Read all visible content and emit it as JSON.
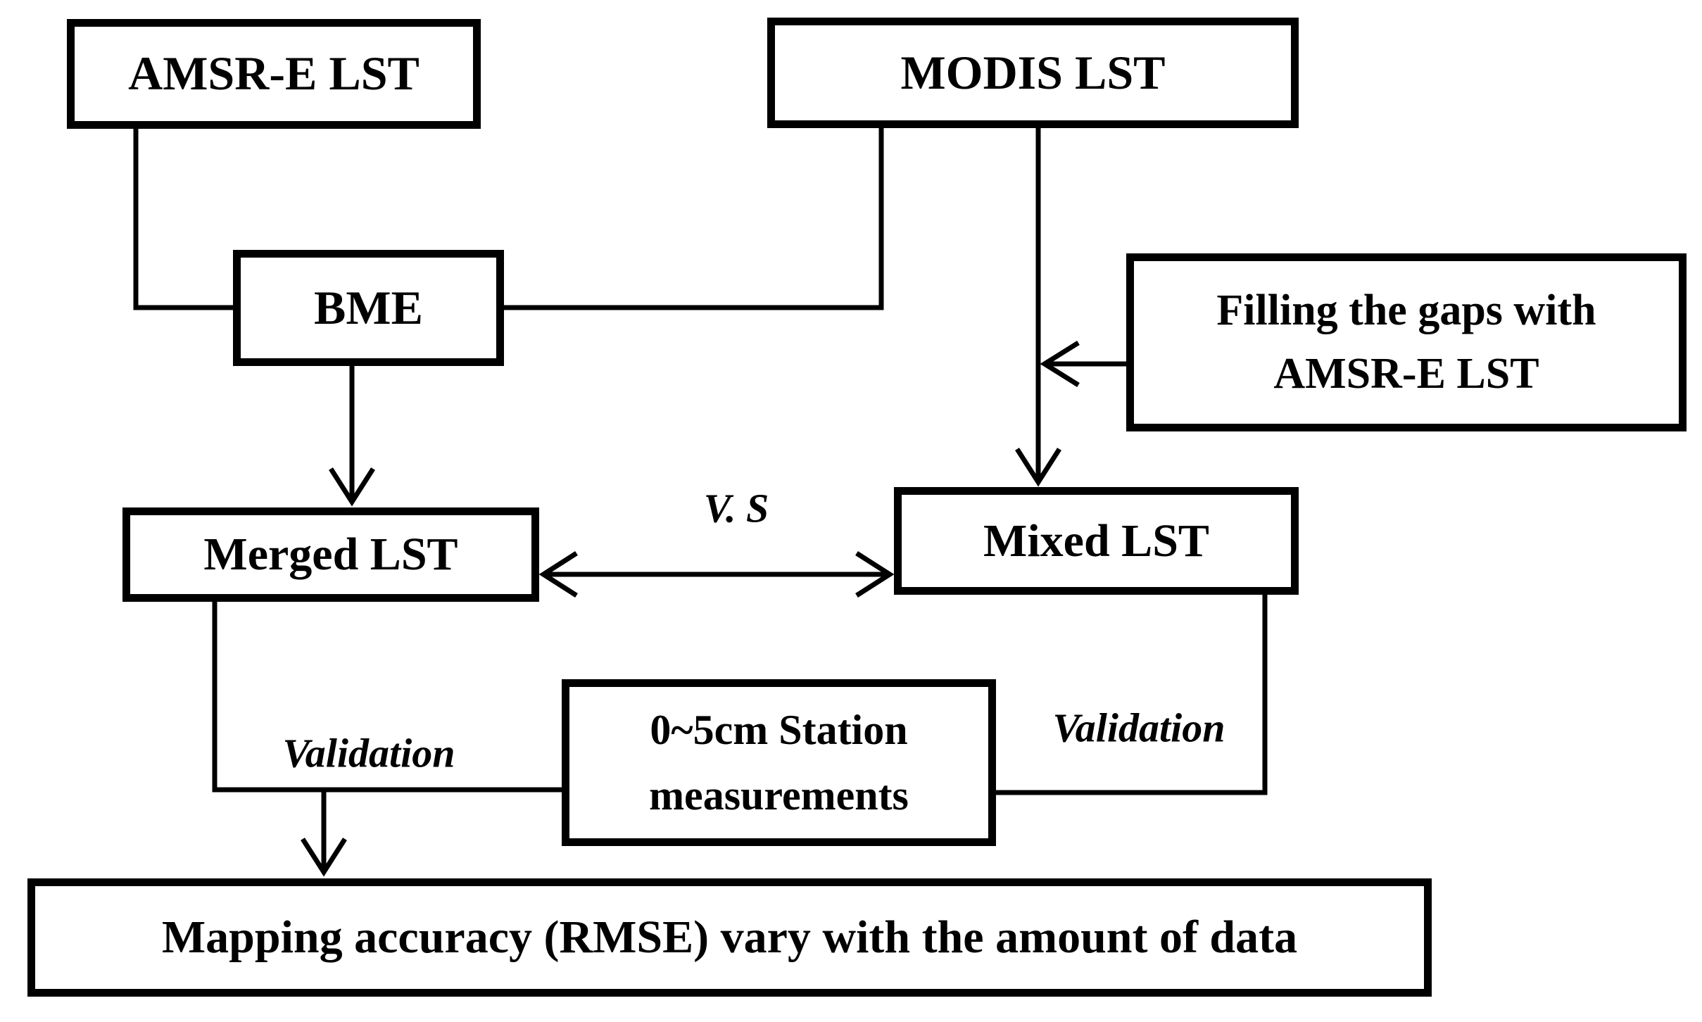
{
  "diagram": {
    "background_color": "#ffffff",
    "line_color": "#000000",
    "nodes": {
      "amsre": {
        "label": "AMSR-E LST"
      },
      "modis": {
        "label": "MODIS LST"
      },
      "bme": {
        "label": "BME"
      },
      "filling": {
        "lines": [
          "Filling the gaps with",
          "AMSR-E LST"
        ]
      },
      "merged": {
        "label": "Merged LST"
      },
      "mixed": {
        "label": "Mixed LST"
      },
      "station": {
        "lines": [
          "0~5cm Station",
          "measurements"
        ]
      },
      "outcome": {
        "label": "Mapping accuracy (RMSE) vary with the amount of data"
      }
    },
    "labels": {
      "vs": "V. S",
      "validation_left": "Validation",
      "validation_right": "Validation"
    },
    "edges": [
      {
        "from": "amsre",
        "to": "bme",
        "arrow": "none"
      },
      {
        "from": "modis",
        "to": "bme",
        "arrow": "none"
      },
      {
        "from": "modis",
        "to": "mixed",
        "arrow": "end"
      },
      {
        "from": "filling",
        "to": "modis-mixed-line",
        "arrow": "end"
      },
      {
        "from": "bme",
        "to": "merged",
        "arrow": "end"
      },
      {
        "from": "merged",
        "to": "mixed",
        "arrow": "both",
        "label": "V. S"
      },
      {
        "from": "merged",
        "to": "station",
        "arrow": "none",
        "label": "Validation"
      },
      {
        "from": "mixed",
        "to": "station",
        "arrow": "none",
        "label": "Validation"
      },
      {
        "from": "merged-station-line",
        "to": "outcome",
        "arrow": "end"
      }
    ]
  }
}
